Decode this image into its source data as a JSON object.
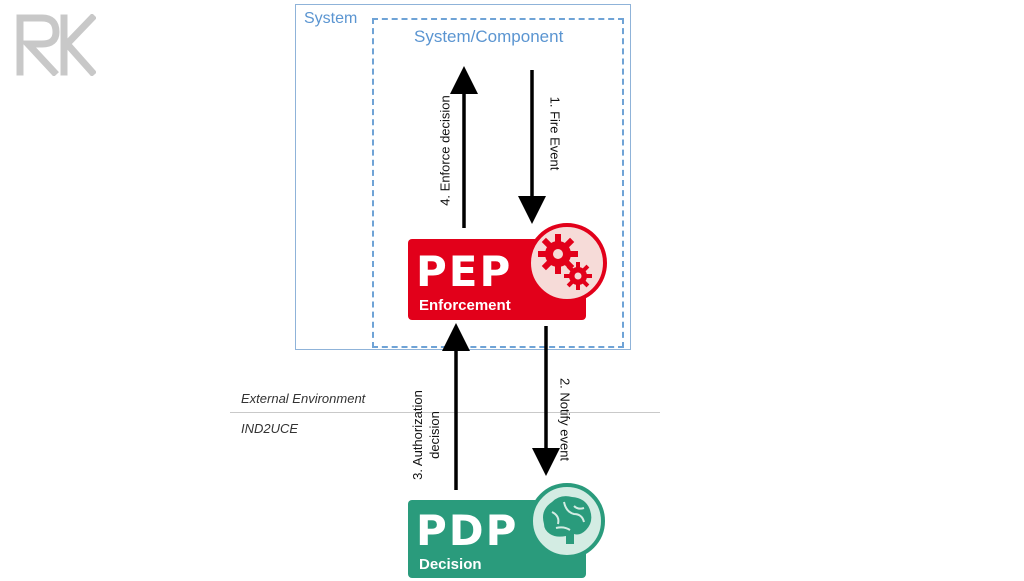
{
  "logo": {
    "text": "RK"
  },
  "system": {
    "label": "System"
  },
  "component": {
    "label": "System/Component"
  },
  "pep": {
    "title": "PEP",
    "subtitle": "Enforcement"
  },
  "pdp": {
    "title": "PDP",
    "subtitle": "Decision"
  },
  "steps": {
    "fire_event": "1. Fire Event",
    "notify_event": "2. Notify event",
    "auth_line1": "3. Authorization",
    "auth_line2": "decision",
    "enforce": "4. Enforce decision"
  },
  "environment": {
    "external": "External Environment",
    "ind2uce": "IND2UCE"
  },
  "colors": {
    "pep_red": "#e2001a",
    "pdp_green": "#2a9b7c",
    "system_blue": "#5b95d1"
  }
}
